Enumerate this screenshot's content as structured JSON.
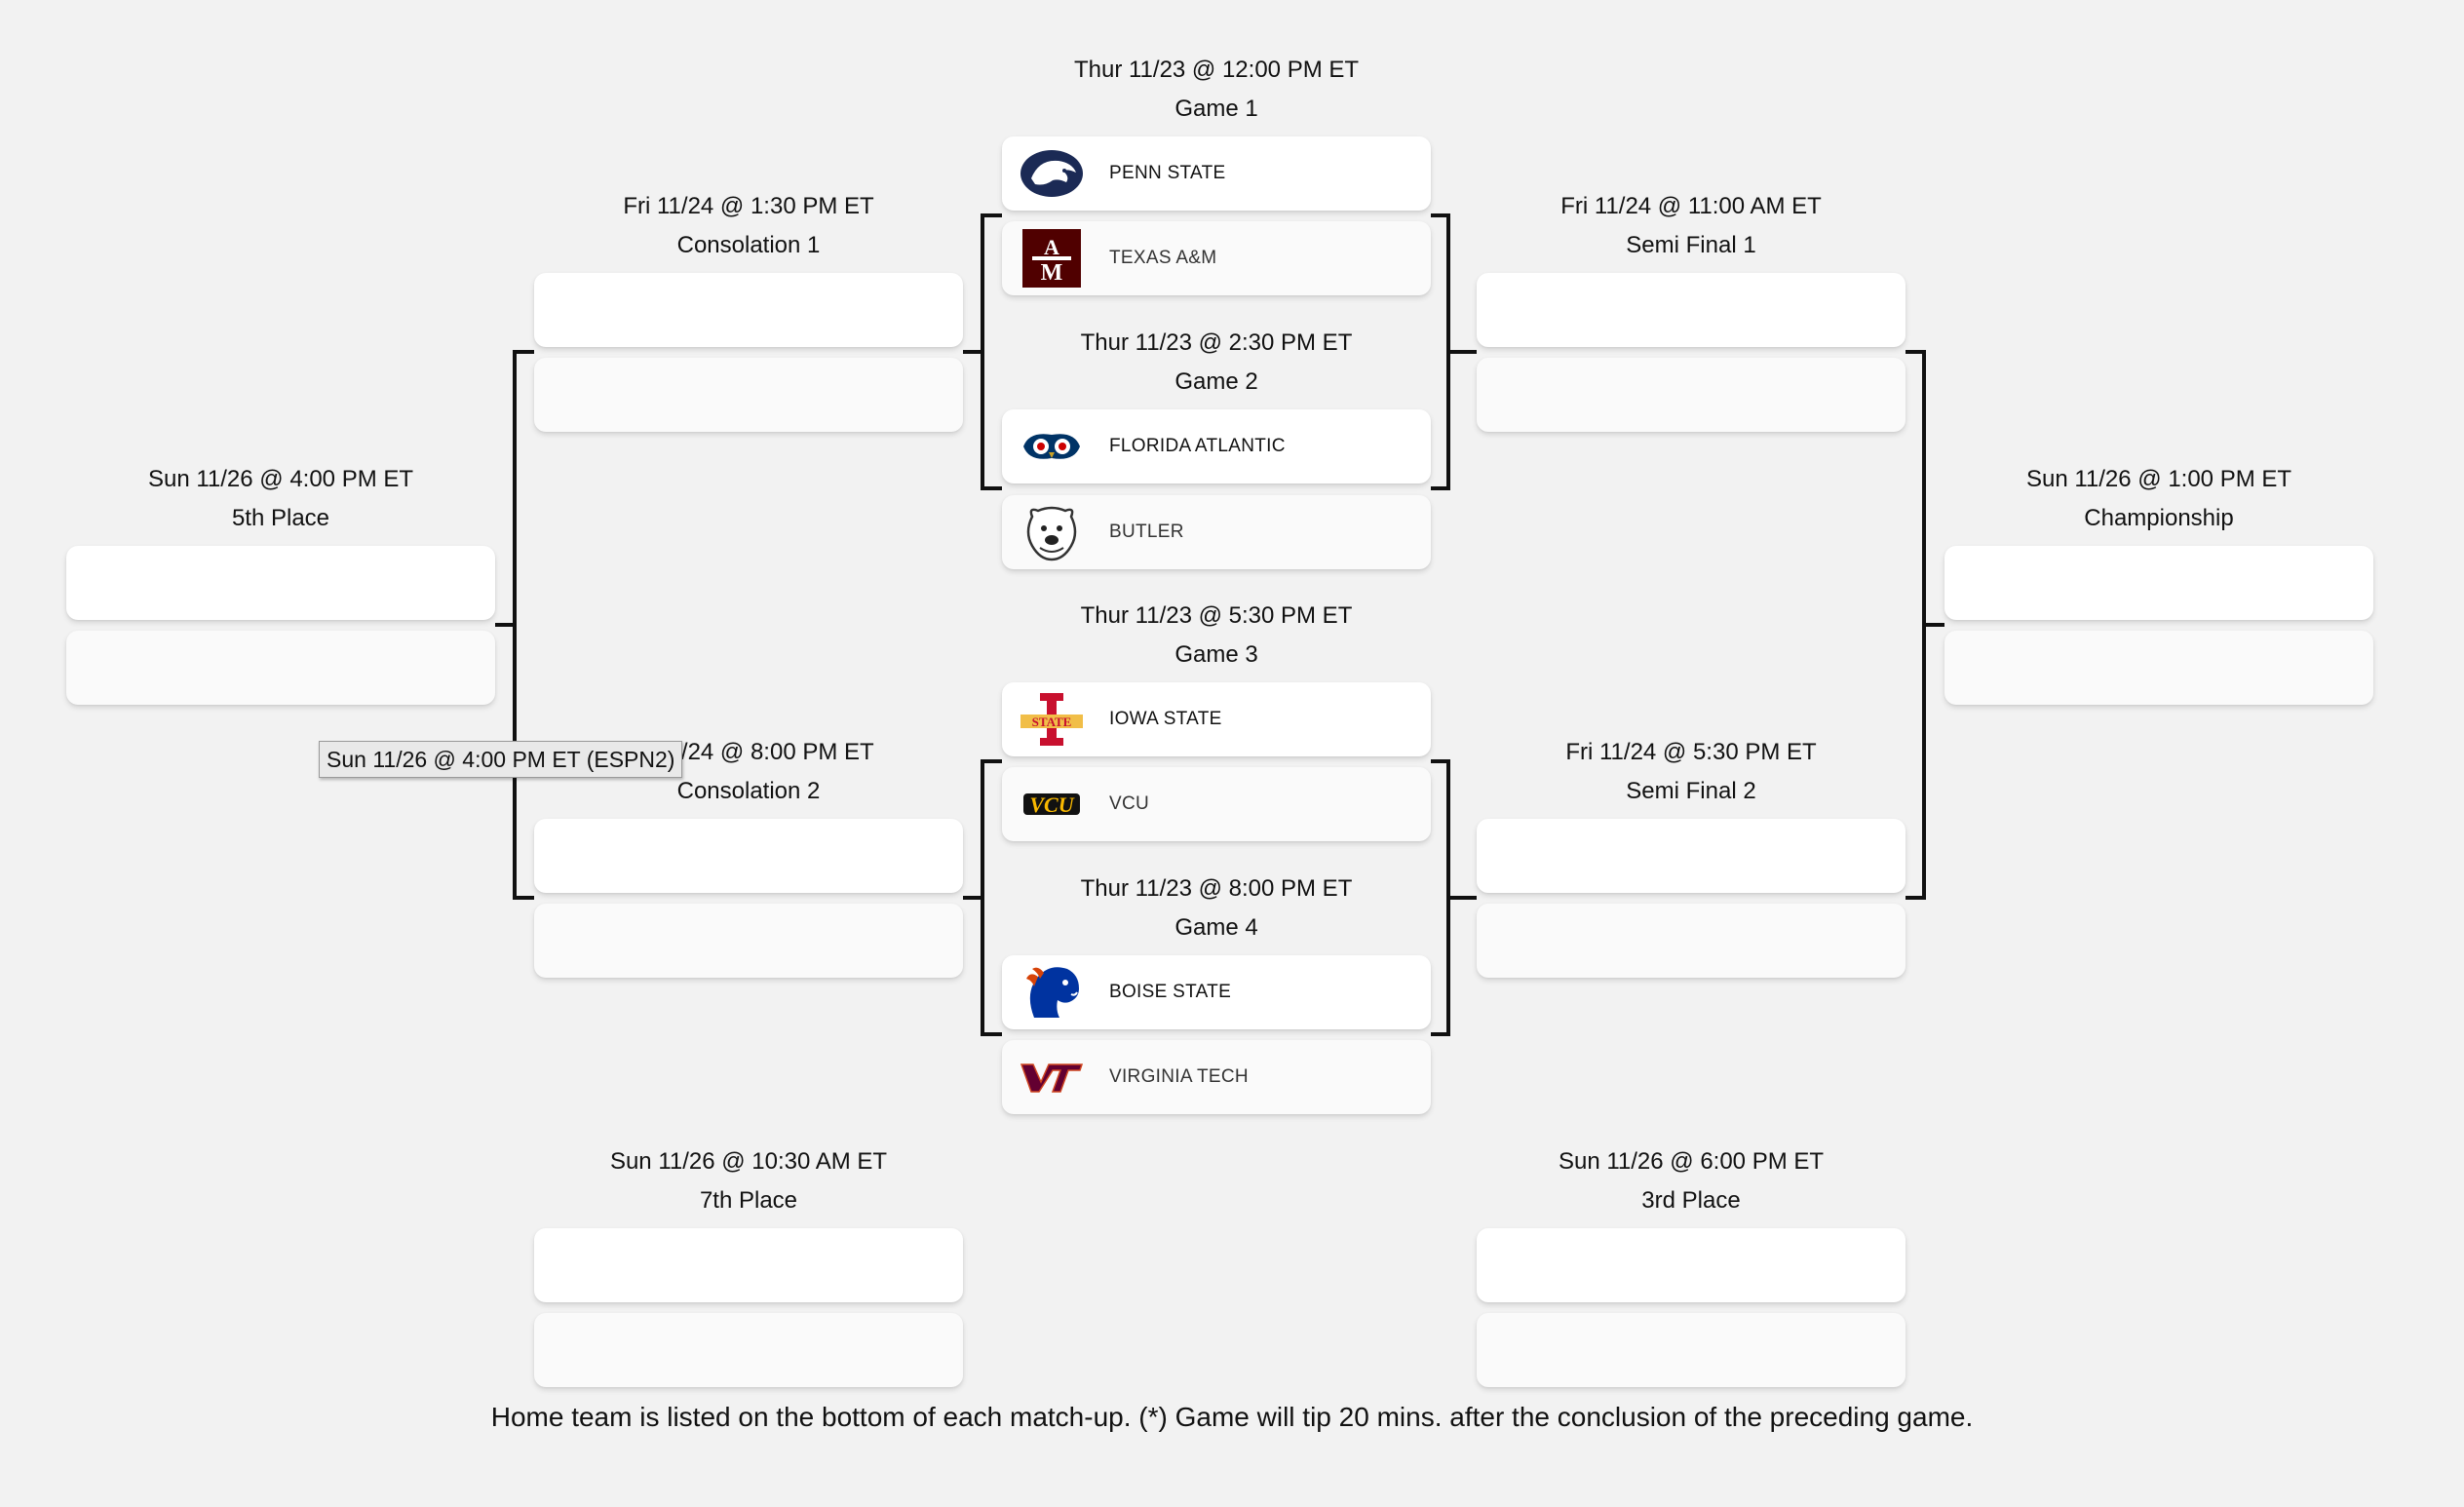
{
  "games": {
    "game1": {
      "time": "Thur 11/23 @ 12:00 PM ET",
      "name": "Game 1",
      "top_team": "PENN STATE",
      "bottom_team": "TEXAS A&M"
    },
    "game2": {
      "time": "Thur 11/23 @ 2:30 PM ET",
      "name": "Game 2",
      "top_team": "FLORIDA ATLANTIC",
      "bottom_team": "BUTLER"
    },
    "game3": {
      "time": "Thur 11/23 @ 5:30 PM ET",
      "name": "Game 3",
      "top_team": "IOWA STATE",
      "bottom_team": "VCU"
    },
    "game4": {
      "time": "Thur 11/23 @ 8:00 PM ET",
      "name": "Game 4",
      "top_team": "BOISE STATE",
      "bottom_team": "VIRGINIA TECH"
    },
    "consolation1": {
      "time": "Fri 11/24 @ 1:30 PM ET",
      "name": "Consolation 1"
    },
    "consolation2": {
      "time": "Fri 11/24 @ 8:00 PM ET",
      "name": "Consolation 2"
    },
    "semifinal1": {
      "time": "Fri 11/24 @ 11:00 AM ET",
      "name": "Semi Final 1"
    },
    "semifinal2": {
      "time": "Fri 11/24 @ 5:30 PM ET",
      "name": "Semi Final 2"
    },
    "fifth_place": {
      "time": "Sun 11/26 @ 4:00 PM ET",
      "name": "5th Place"
    },
    "seventh_place": {
      "time": "Sun 11/26 @ 10:30 AM ET",
      "name": "7th Place"
    },
    "third_place": {
      "time": "Sun 11/26 @ 6:00 PM ET",
      "name": "3rd Place"
    },
    "championship": {
      "time": "Sun 11/26 @ 1:00 PM ET",
      "name": "Championship"
    }
  },
  "tooltip": "Sun 11/26 @ 4:00 PM ET (ESPN2)",
  "footer": "Home team is listed on the bottom of each match-up. (*) Game will tip 20 mins. after the conclusion of the preceding game.",
  "icons": {
    "penn_state": "nittany-lion-logo",
    "texas_am": "atm-logo",
    "florida_atlantic": "owl-logo",
    "butler": "bulldog-logo",
    "iowa_state": "iowa-state-logo",
    "vcu": "vcu-logo",
    "boise_state": "bronco-logo",
    "virginia_tech": "vt-logo"
  },
  "colors": {
    "background": "#f2f2f2",
    "card": "#ffffff",
    "bracket_line": "#111111",
    "penn_state_navy": "#1b2a55",
    "texas_am_maroon": "#500000",
    "fau_blue": "#003366",
    "fau_red": "#cc0000",
    "iowa_state_cardinal": "#c8102e",
    "iowa_state_gold": "#f1be48",
    "vcu_gold": "#f8b800",
    "boise_blue": "#0033a0",
    "boise_orange": "#d64309",
    "vt_maroon": "#630031"
  }
}
